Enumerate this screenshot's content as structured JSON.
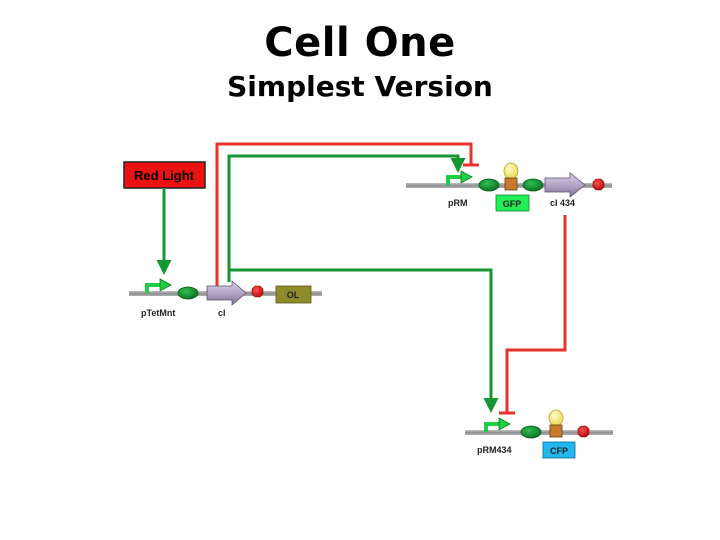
{
  "title": "Cell One",
  "subtitle": "Simplest Version",
  "colors": {
    "dna": "#9b9b9b",
    "promoter_arrow": "#22cc44",
    "rbs": "#0f8a2e",
    "gene": "#b4a6c4",
    "terminator": "#e0151b",
    "repression": "#e8322a",
    "activation": "#169632",
    "red_light": "#ee1111",
    "ol_box": "#8f8a2a",
    "gfp_box": "#22ee55",
    "cfp_box": "#22b8ee",
    "bulb": "#f2ee66"
  },
  "inputs": {
    "red_light": "Red Light"
  },
  "labels": {
    "ptetmnt": "pTetMnt",
    "ci": "cI",
    "ol": "OL",
    "prm": "pRM",
    "gfp": "GFP",
    "ci434": "cI 434",
    "prm434": "pRM434",
    "cfp": "CFP"
  },
  "icons": [
    "promoter-arrow-icon",
    "rbs-icon",
    "gene-arrow-icon",
    "terminator-icon",
    "light-bulb-icon"
  ]
}
